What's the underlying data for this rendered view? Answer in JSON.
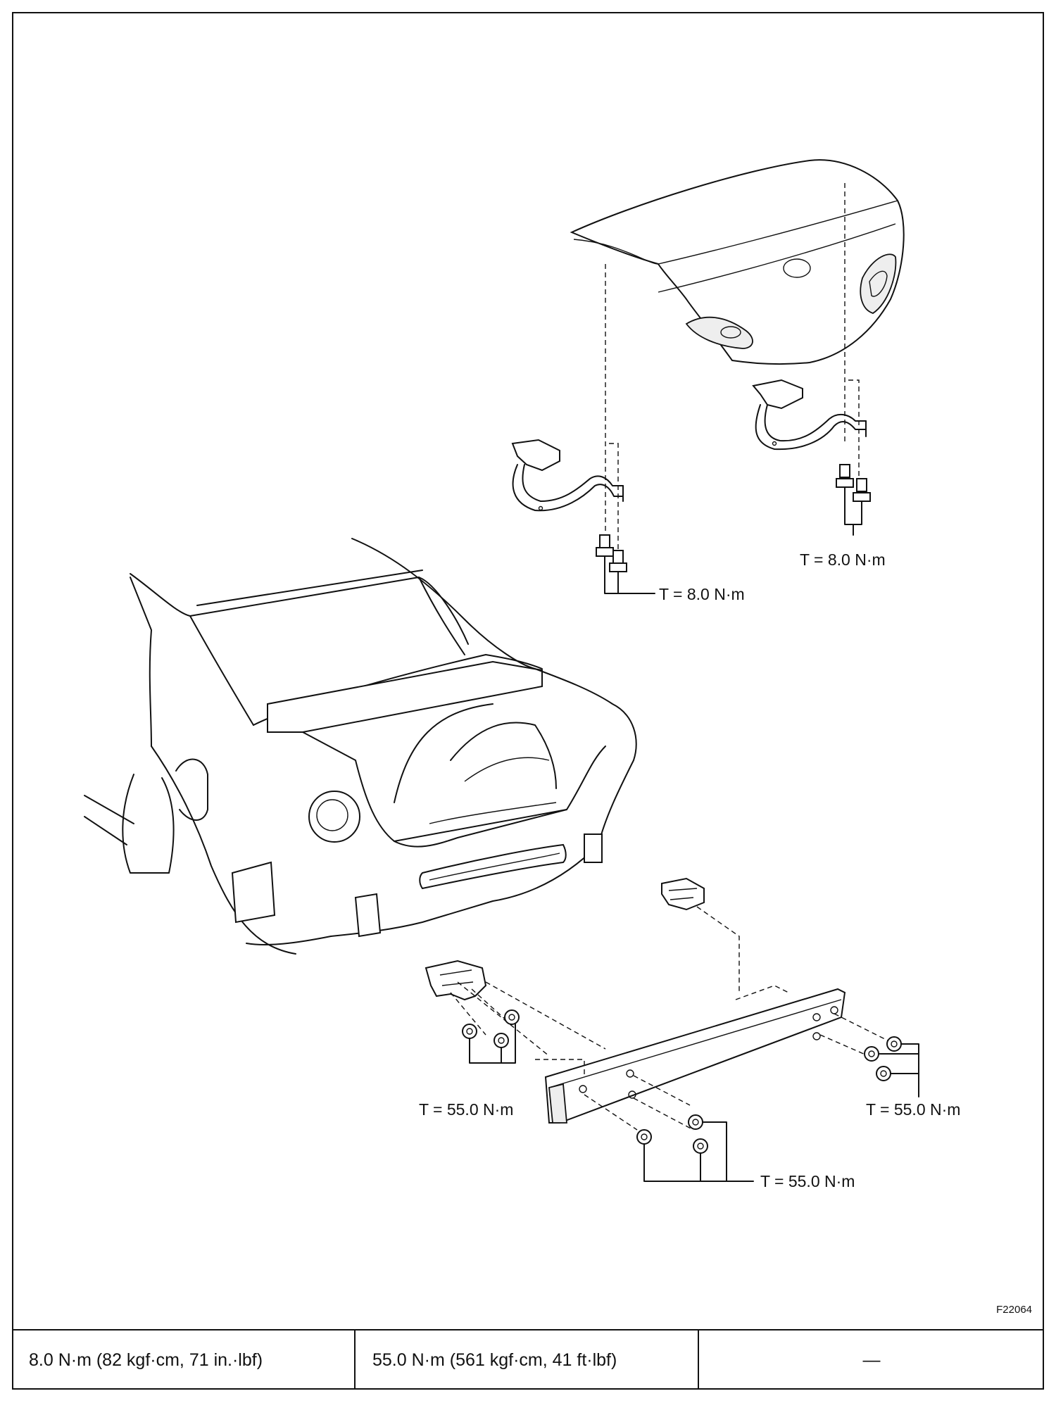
{
  "figure_code": "F22064",
  "torque_labels": {
    "hinge_left": "T = 8.0 N·m",
    "hinge_right": "T = 8.0 N·m",
    "bracket_left": "T = 55.0 N·m",
    "reinforcement_right": "T = 55.0 N·m",
    "reinforcement_bottom": "T = 55.0 N·m"
  },
  "legend": {
    "cell_1": "8.0 N·m (82 kgf·cm, 71 in.·lbf)",
    "cell_2": "55.0 N·m (561 kgf·cm, 41 ft·lbf)",
    "cell_3": "—"
  }
}
